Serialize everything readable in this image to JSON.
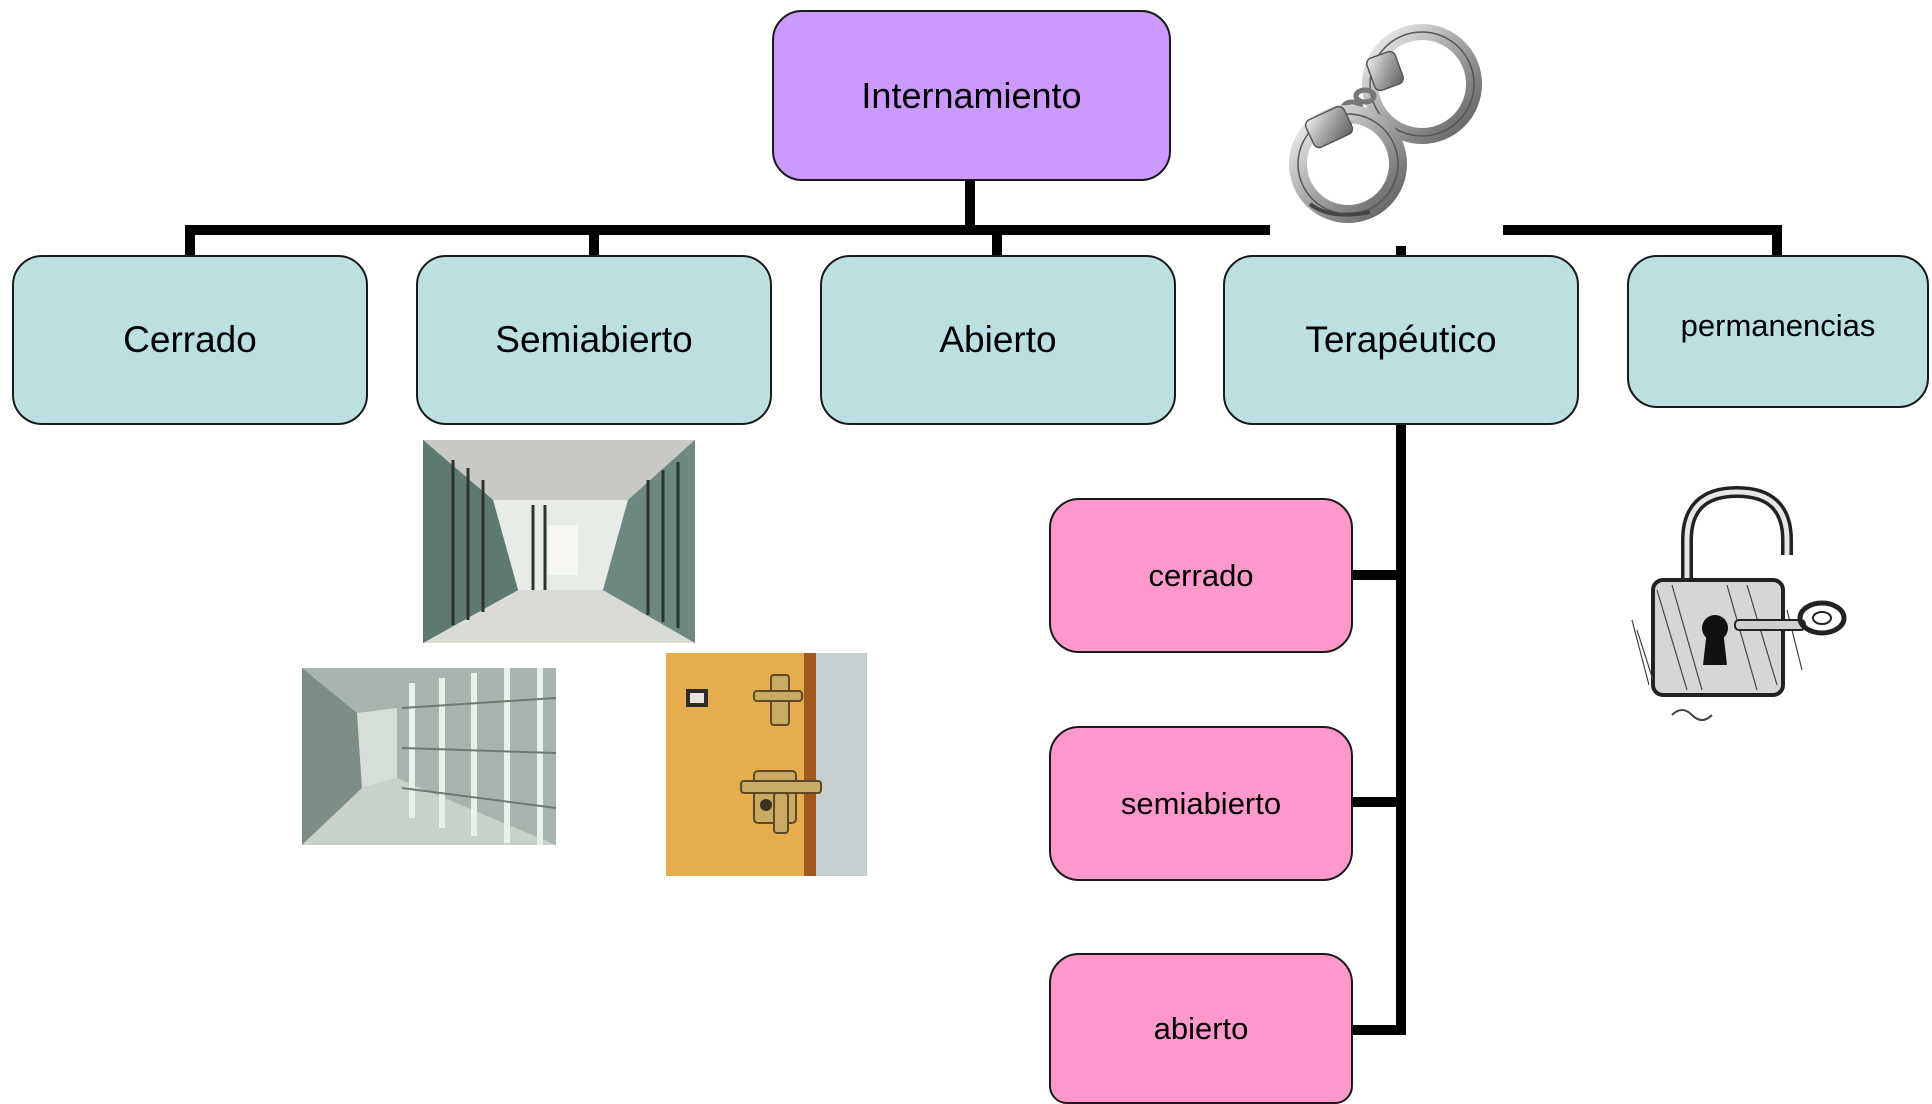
{
  "diagram": {
    "root": {
      "label": "Internamiento"
    },
    "level1": [
      {
        "label": "Cerrado"
      },
      {
        "label": "Semiabierto"
      },
      {
        "label": "Abierto"
      },
      {
        "label": "Terapéutico"
      },
      {
        "label": "permanencias"
      }
    ],
    "terapeutico_children": [
      {
        "label": "cerrado"
      },
      {
        "label": "semiabierto"
      },
      {
        "label": "abierto"
      }
    ]
  },
  "colors": {
    "root_fill": "#cc99ff",
    "level1_fill": "#bce0e2",
    "level2_fill": "#ff99cc",
    "connector": "#000000"
  },
  "images": [
    {
      "icon": "handcuffs-icon"
    },
    {
      "icon": "prison-corridor-photo"
    },
    {
      "icon": "prison-cell-hallway-photo"
    },
    {
      "icon": "door-latch-photo"
    },
    {
      "icon": "open-padlock-icon"
    }
  ]
}
